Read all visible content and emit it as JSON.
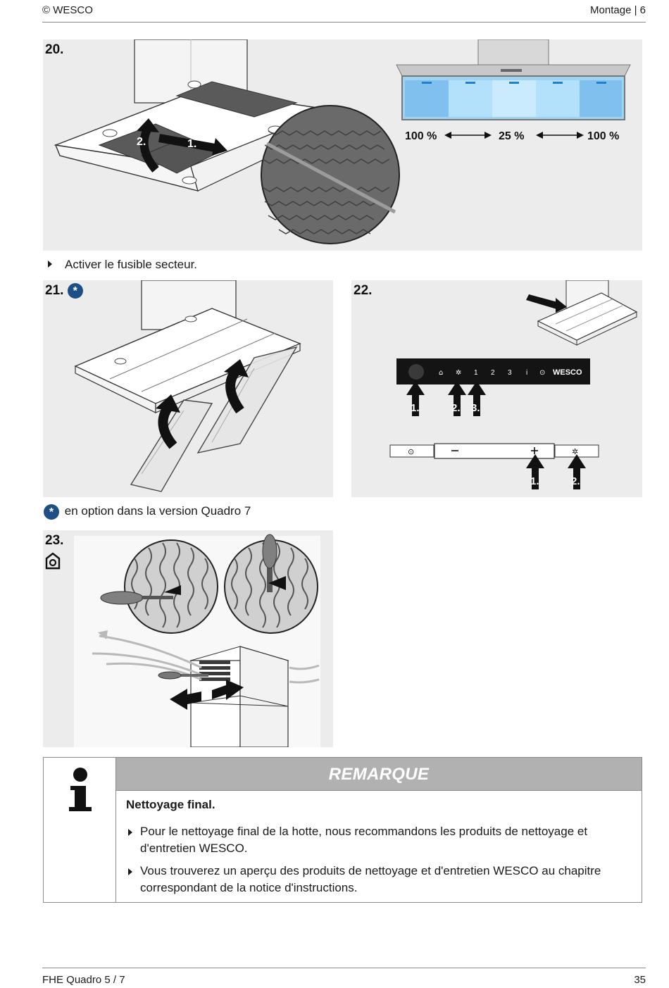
{
  "header": {
    "left": "© WESCO",
    "right": "Montage | 6"
  },
  "step20": {
    "number": "20.",
    "labels": [
      "2.",
      "1."
    ],
    "levels": [
      "100 %",
      "25 %",
      "100 %"
    ]
  },
  "instruction_fuse": "Activer le fusible secteur.",
  "step21": {
    "number": "21.",
    "badge": "*"
  },
  "step22": {
    "number": "22.",
    "panel_a_buttons": [
      "1",
      "2",
      "3",
      "i"
    ],
    "panel_a_brand": "WESCO",
    "panel_a_labels": [
      "1.",
      "2.",
      "3."
    ],
    "panel_b_labels": [
      "1.",
      "2."
    ]
  },
  "option_note": {
    "badge": "*",
    "text": "en option dans la version Quadro 7"
  },
  "step23": {
    "number": "23."
  },
  "remark": {
    "title": "REMARQUE",
    "heading": "Nettoyage final.",
    "items": [
      "Pour le nettoyage final de la hotte, nous recommandons les produits de nettoyage et d'entretien WESCO.",
      "Vous trouverez un aperçu des produits de nettoyage et d'entretien WESCO au chapitre correspondant de la notice d'instructions."
    ]
  },
  "footer": {
    "left": "FHE Quadro 5 / 7",
    "right": "35"
  }
}
